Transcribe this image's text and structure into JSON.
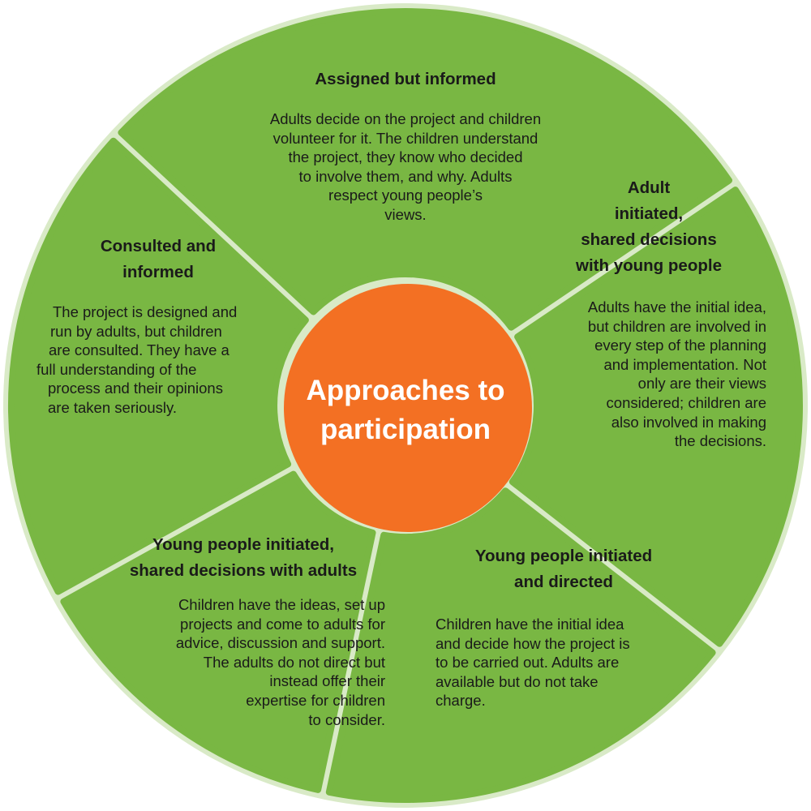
{
  "colors": {
    "segment_fill": "#79b743",
    "outer_ring": "#d9eac7",
    "center_fill": "#f37023",
    "center_text": "#ffffff",
    "body_text": "#1a1a1a"
  },
  "center": {
    "lines": [
      "Approaches to",
      "participation"
    ]
  },
  "segments": [
    {
      "id": "assigned",
      "title_lines": [
        "Assigned but informed"
      ],
      "body_lines": [
        "Adults decide on the project and children",
        "volunteer for it. The children understand",
        "the project, they know who decided",
        "to involve them, and why. Adults",
        "respect young people’s",
        "views."
      ]
    },
    {
      "id": "adult-initiated",
      "title_lines": [
        "Adult",
        "initiated,",
        "shared decisions",
        "with young people"
      ],
      "body_lines": [
        "Adults have the initial idea,",
        "but children are involved in",
        "every step of the planning",
        "and implementation. Not",
        "only are their views",
        "considered; children are",
        "also involved in making",
        "the decisions."
      ]
    },
    {
      "id": "young-directed",
      "title_lines": [
        "Young people initiated",
        "and directed"
      ],
      "body_lines": [
        "Children have the initial idea",
        "and decide how the project is",
        "to be carried out. Adults are",
        "available but do not take",
        "charge."
      ]
    },
    {
      "id": "young-shared",
      "title_lines": [
        "Young people initiated,",
        "shared decisions with adults"
      ],
      "body_lines": [
        "Children have the ideas, set up",
        "projects and come to adults for",
        "advice, discussion and support.",
        "The adults do not direct but",
        "instead offer their",
        "expertise for children",
        "to consider."
      ]
    },
    {
      "id": "consulted",
      "title_lines": [
        "Consulted and",
        "informed"
      ],
      "body_lines": [
        "The project is designed and",
        "run by adults, but children",
        "are consulted. They have a",
        "full understanding of the",
        "process and their opinions",
        "are taken seriously."
      ]
    }
  ]
}
